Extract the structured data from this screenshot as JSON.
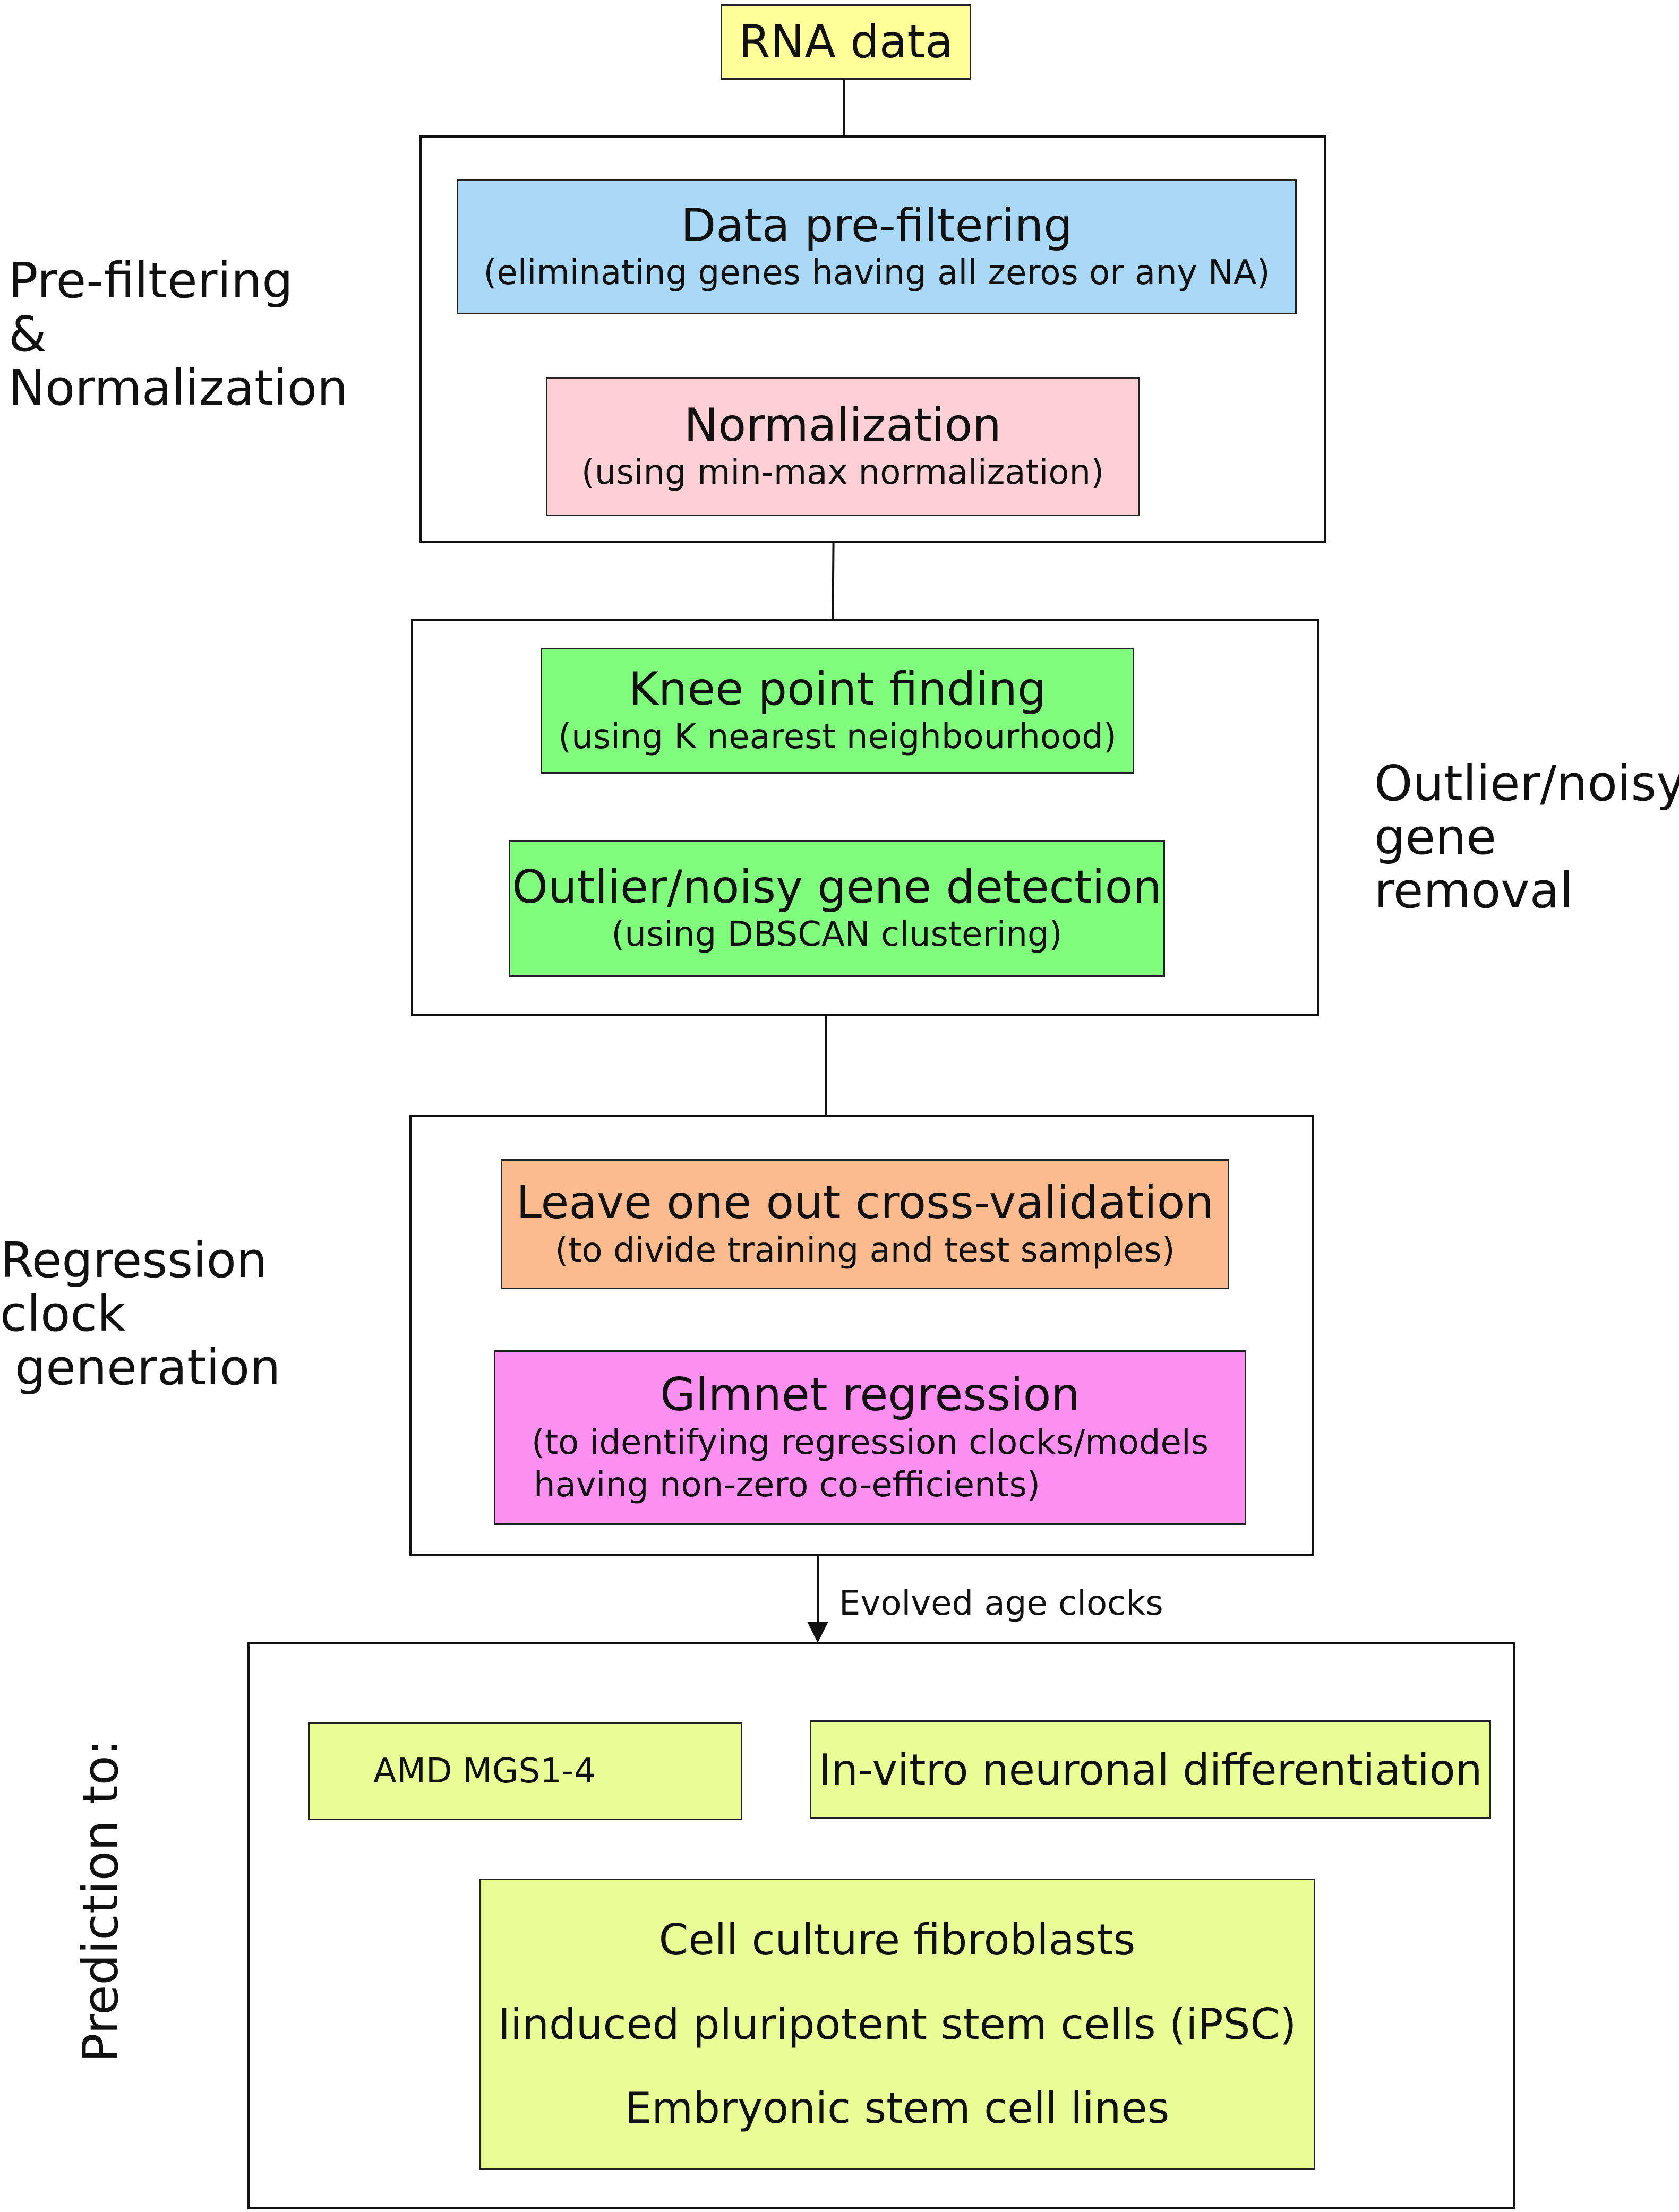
{
  "input": {
    "label": "RNA data"
  },
  "stage1": {
    "side_label_line1": "Pre-filtering",
    "side_label_line2": "& Normalization",
    "prefilter": {
      "title": "Data pre-filtering",
      "subtitle": "(eliminating genes having all zeros or any NA)"
    },
    "normalization": {
      "title": "Normalization",
      "subtitle": "(using min-max normalization)"
    }
  },
  "stage2": {
    "side_label_line1": "Outlier/noisy",
    "side_label_line2": "gene removal",
    "knee": {
      "title": "Knee point finding",
      "subtitle": "(using K nearest neighbourhood)"
    },
    "outlier": {
      "title": "Outlier/noisy gene detection",
      "subtitle": "(using DBSCAN clustering)"
    }
  },
  "stage3": {
    "side_label_line1": "Regression clock",
    "side_label_line2": "generation",
    "loocv": {
      "title": "Leave one out cross-validation",
      "subtitle": "(to divide training and test samples)"
    },
    "glmnet": {
      "title": "Glmnet regression",
      "subtitle_line1": "(to identifying regression clocks/models",
      "subtitle_line2": "having non-zero co-efficients)"
    }
  },
  "edge_label": "Evolved age clocks",
  "stage4": {
    "side_label": "Prediction to:",
    "amd": "AMD MGS1-4",
    "invitro": "In-vitro neuronal differentiation",
    "cells": [
      "Cell culture fibroblasts",
      "Iinduced pluripotent stem cells (iPSC)",
      "Embryonic stem cell lines"
    ]
  },
  "colors": {
    "input": "#ffff99",
    "prefilter": "#aad8f7",
    "normalization": "#fcd0d4",
    "green": "#80fd7d",
    "loocv": "#fbbb8e",
    "glmnet": "#fc8ff0",
    "prediction": "#e8fd95"
  }
}
